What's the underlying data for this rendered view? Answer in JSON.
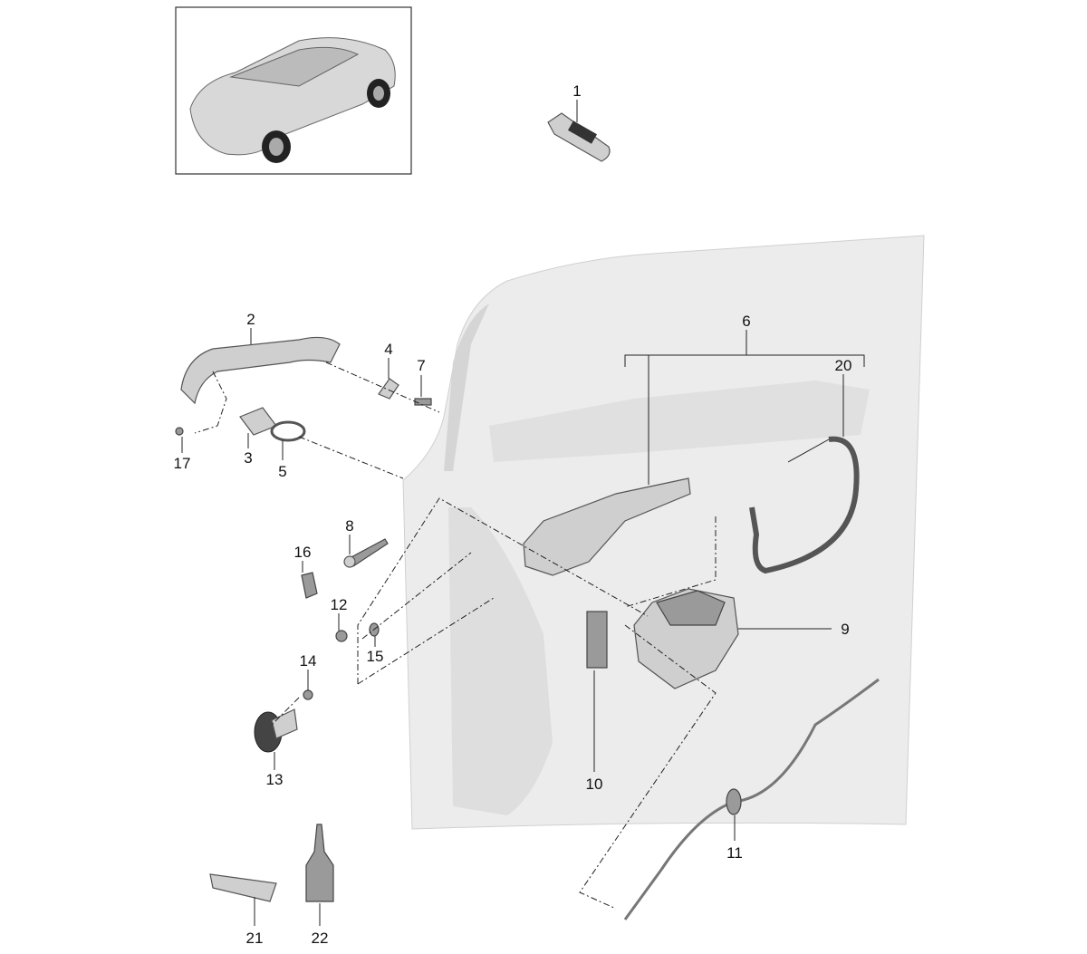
{
  "diagram": {
    "title": "Door lock and handle assembly parts diagram",
    "callouts": {
      "c1": "1",
      "c2": "2",
      "c3": "3",
      "c4": "4",
      "c5": "5",
      "c6": "6",
      "c7": "7",
      "c8": "8",
      "c9": "9",
      "c10": "10",
      "c11": "11",
      "c12": "12",
      "c13": "13",
      "c14": "14",
      "c15": "15",
      "c16": "16",
      "c17": "17",
      "c20": "20",
      "c21": "21",
      "c22": "22"
    },
    "colors": {
      "line": "#222222",
      "door": "#e4e4e4",
      "part": "#cfcfcf"
    }
  }
}
